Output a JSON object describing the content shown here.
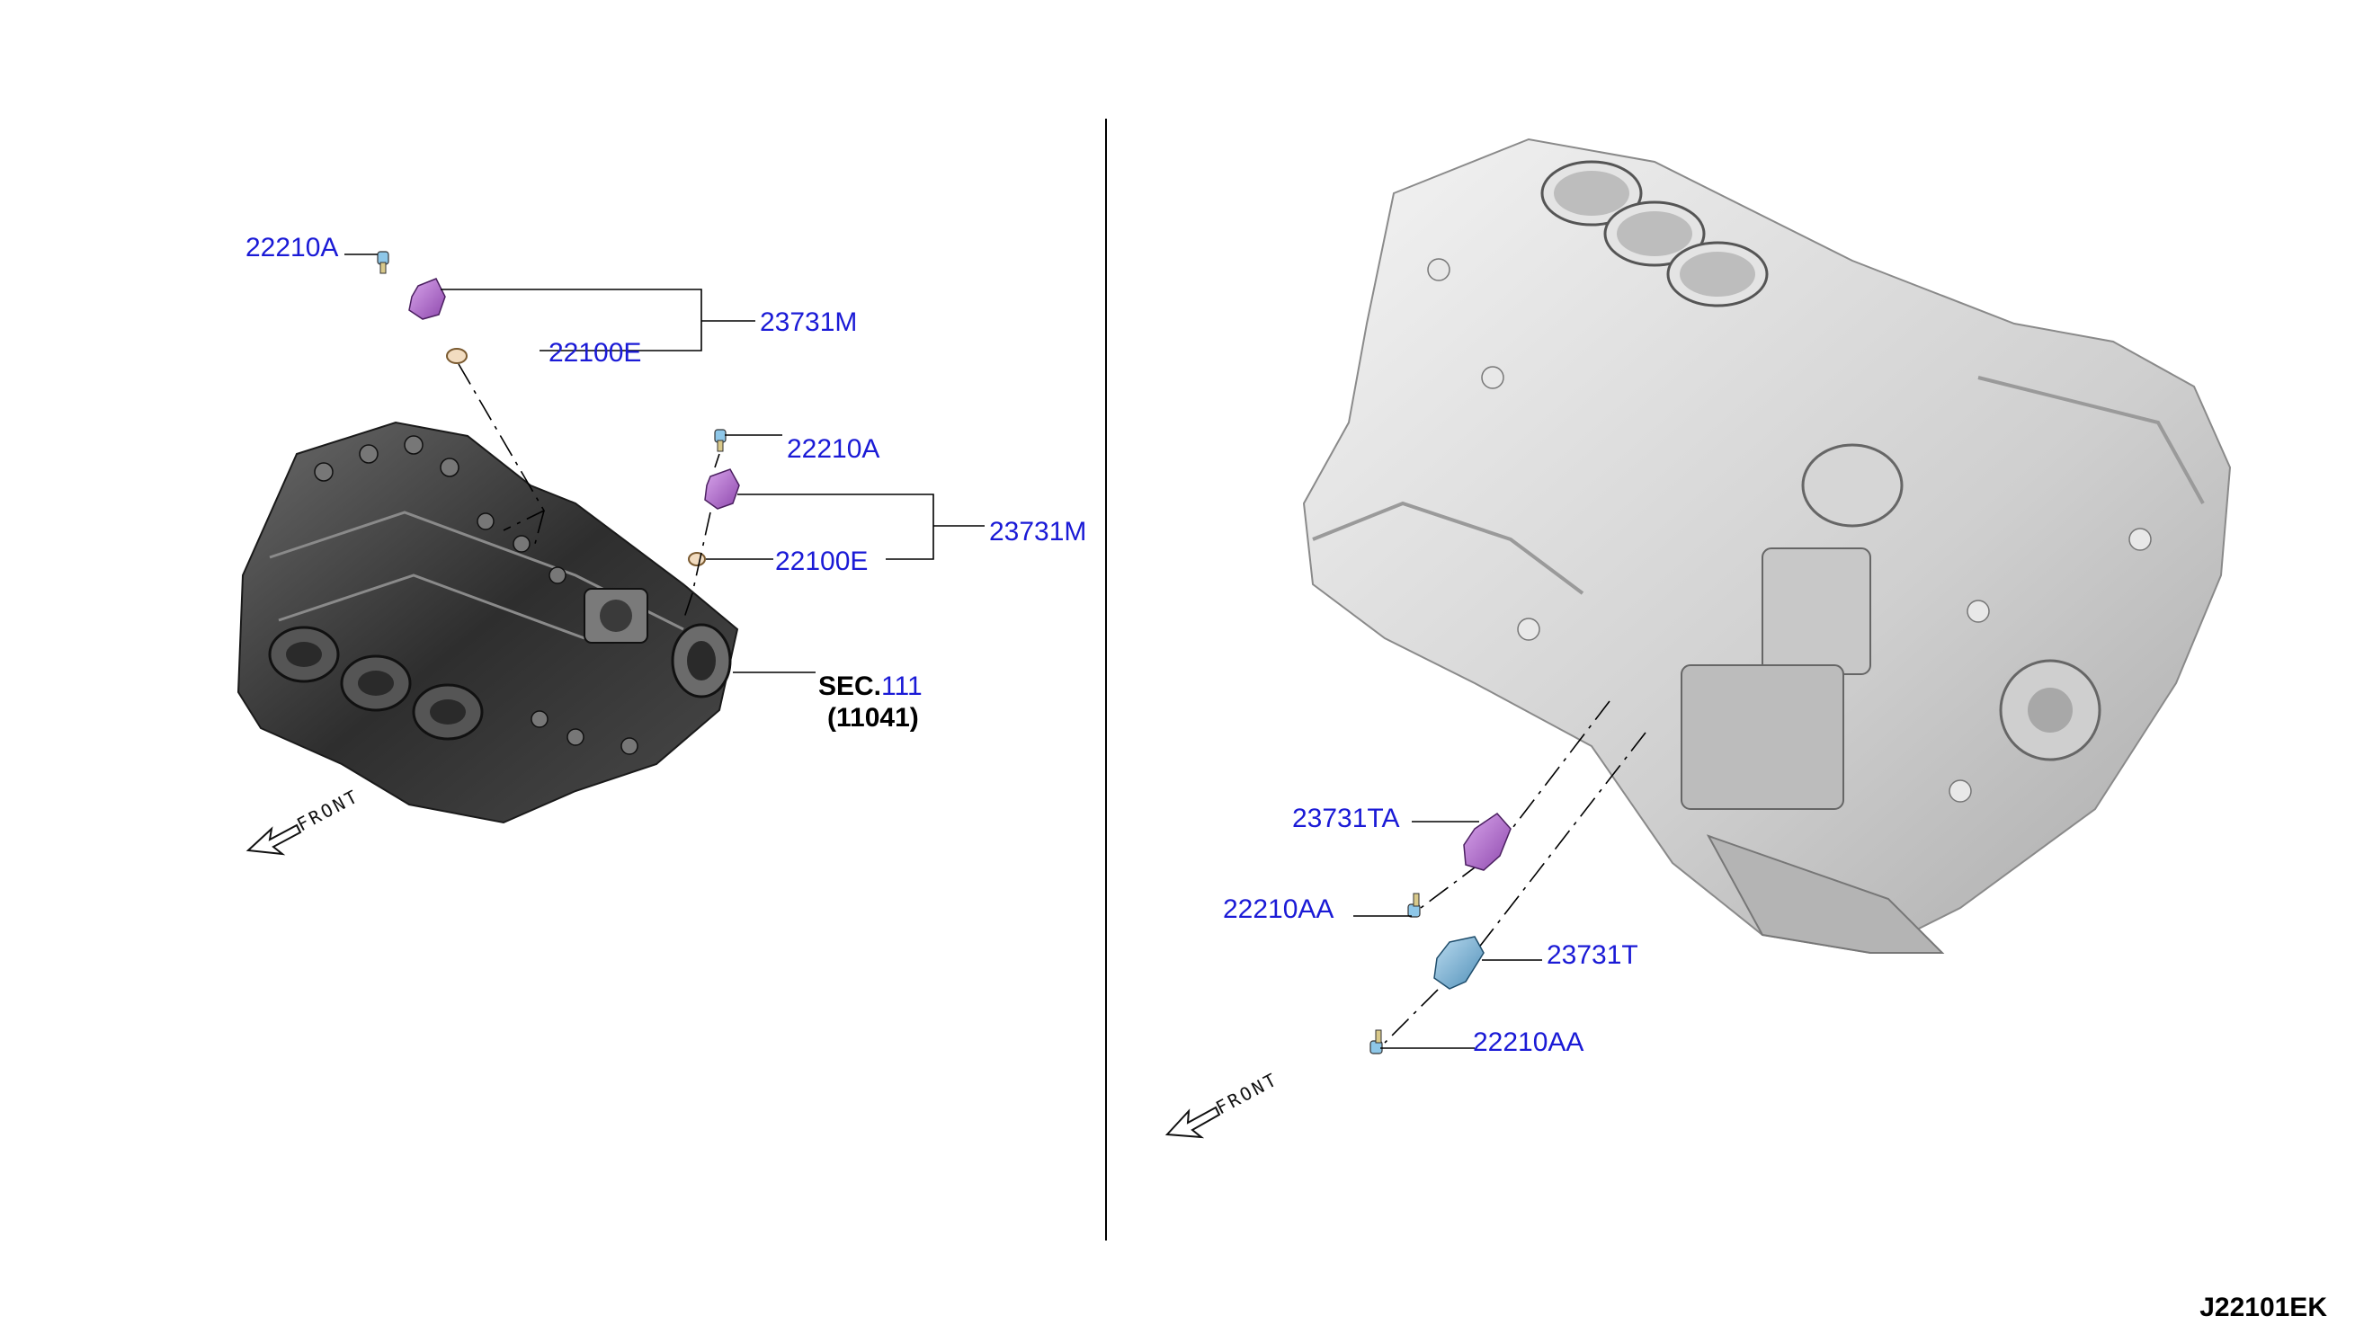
{
  "labels": {
    "bolt_upper_left": "22210A",
    "sensor_group_upper": "23731M",
    "washer_upper": "22100E",
    "bolt_mid_left": "22210A",
    "sensor_group_mid": "23731M",
    "washer_mid": "22100E",
    "sec_prefix": "SEC.",
    "sec_number": "111",
    "sec_sub": "(11041)",
    "sensor_ta": "23731TA",
    "bolt_aa_upper": "22210AA",
    "sensor_t": "23731T",
    "bolt_aa_lower": "22210AA"
  },
  "front_labels": {
    "left": "FRONT",
    "right": "FRONT"
  },
  "diagram_code": "J22101EK",
  "colors": {
    "callout_text": "#1a1ad6",
    "sensor_purple": "#b46fd0",
    "sensor_blue": "#7fb4d8",
    "engine_dark": "#3a3a3a",
    "engine_light": "#d8d8d8"
  }
}
